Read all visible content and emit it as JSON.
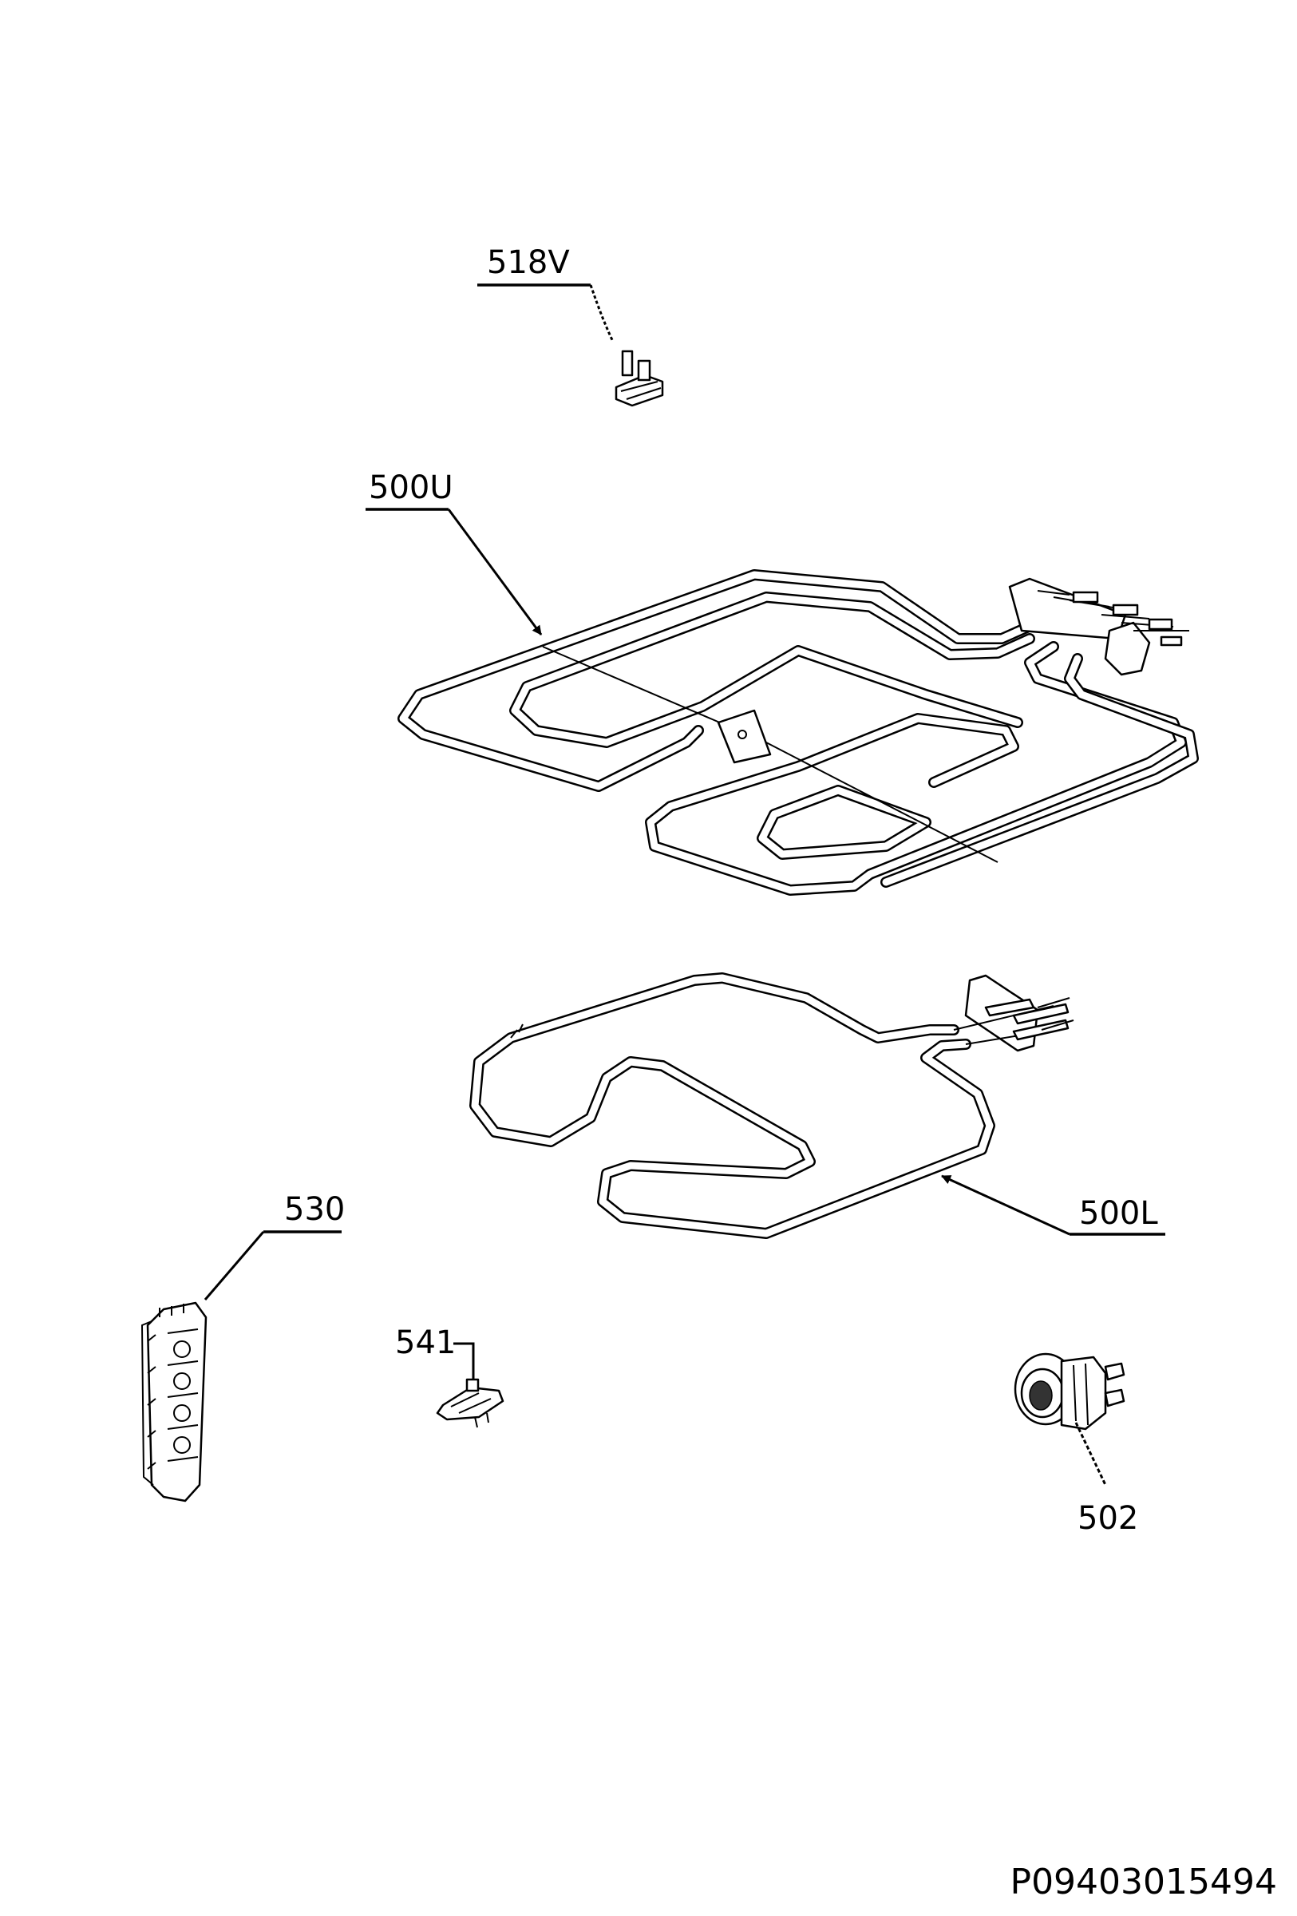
{
  "labels": {
    "l518v": "518V",
    "l500u": "500U",
    "l500l": "500L",
    "l530": "530",
    "l541": "541",
    "l502": "502"
  },
  "document_id": "P09403015494",
  "icons": {
    "thermal_cutout": "thermal-cutout-icon",
    "upper_heating_element": "upper-heating-element-icon",
    "lower_heating_element": "lower-heating-element-icon",
    "terminal_block": "terminal-block-icon",
    "terminal_connector": "connector-icon",
    "oven_lamp": "oven-lamp-icon"
  },
  "colors": {
    "line": "#000000",
    "background": "#ffffff"
  }
}
